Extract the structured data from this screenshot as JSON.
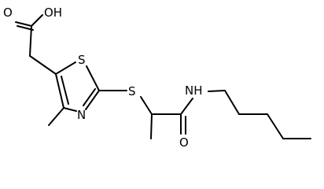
{
  "molecule": {
    "atoms": {
      "hydroxyl": "OH",
      "carbonyl_o_acid": "O",
      "ring_sulfur": "S",
      "ring_nitrogen": "N",
      "thioether_sulfur": "S",
      "amide_nh": "NH",
      "carbonyl_o_amide": "O"
    },
    "colors": {
      "ink": "#000000",
      "background": "#ffffff"
    }
  }
}
